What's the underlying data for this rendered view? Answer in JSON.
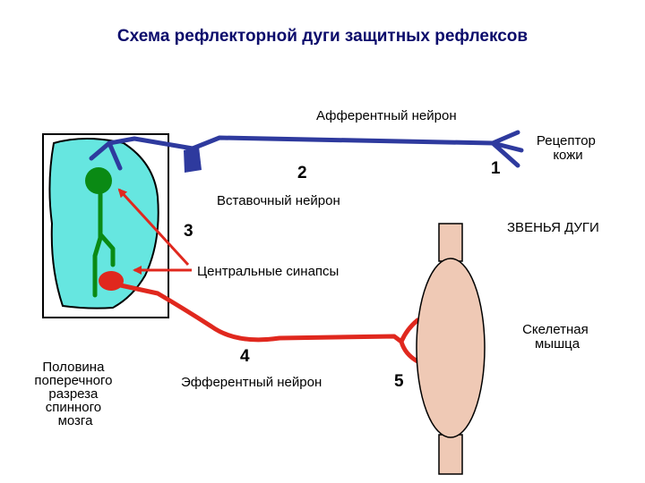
{
  "title": "Схема рефлекторной дуги защитных рефлексов",
  "labels": {
    "afferent": "Афферентный нейрон",
    "receptor": [
      "Рецептор",
      "кожи"
    ],
    "interneuron": "Вставочный нейрон",
    "arc_links": "ЗВЕНЬЯ ДУГИ",
    "central_synapses": "Центральные синапсы",
    "skeletal_muscle": [
      "Скелетная",
      "мышца"
    ],
    "efferent": "Эфферентный нейрон",
    "spinal_cord": [
      "Половина",
      "поперечного",
      "разреза",
      "спинного",
      "мозга"
    ]
  },
  "numbers": {
    "n1": "1",
    "n2": "2",
    "n3": "3",
    "n4": "4",
    "n5": "5"
  },
  "colors": {
    "title": "#0b0b6b",
    "afferent_neuron": "#2e3a9e",
    "interneuron": "#0a8a14",
    "efferent_neuron": "#e0281e",
    "arrow": "#e0281e",
    "gray_matter": "#66e6e0",
    "muscle": "#efc9b5"
  }
}
